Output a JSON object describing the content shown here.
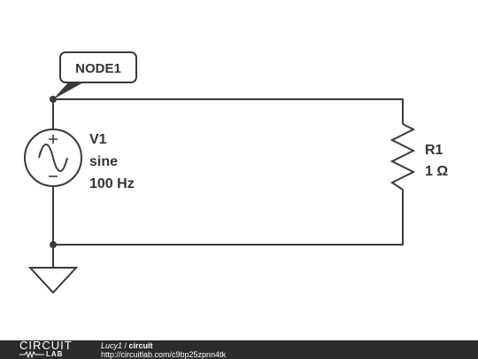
{
  "schematic": {
    "node_label": "NODE1",
    "source": {
      "name": "V1",
      "type": "sine",
      "frequency": "100 Hz"
    },
    "resistor": {
      "name": "R1",
      "value": "1 Ω"
    }
  },
  "footer": {
    "logo_top": "CIRCUIT",
    "logo_bottom": "LAB",
    "user": "Lucy1",
    "separator": " / ",
    "circuit_name": "circuit",
    "url": "http://circuitlab.com/c9bp25zpnn4tk"
  }
}
